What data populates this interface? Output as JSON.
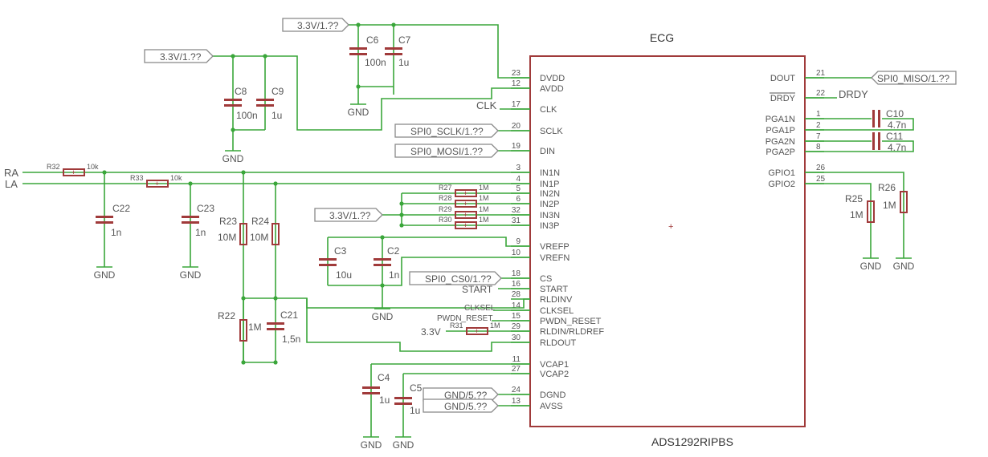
{
  "chip": {
    "title": "ECG",
    "part": "ADS1292RIPBS",
    "left_pins": [
      {
        "num": "23",
        "name": "DVDD"
      },
      {
        "num": "12",
        "name": "AVDD"
      },
      {
        "num": "17",
        "name": "CLK"
      },
      {
        "num": "20",
        "name": "SCLK"
      },
      {
        "num": "19",
        "name": "DIN"
      },
      {
        "num": "3",
        "name": "IN1N"
      },
      {
        "num": "4",
        "name": "IN1P"
      },
      {
        "num": "5",
        "name": "IN2N"
      },
      {
        "num": "6",
        "name": "IN2P"
      },
      {
        "num": "32",
        "name": "IN3N"
      },
      {
        "num": "31",
        "name": "IN3P"
      },
      {
        "num": "9",
        "name": "VREFP"
      },
      {
        "num": "10",
        "name": "VREFN"
      },
      {
        "num": "18",
        "name": "CS"
      },
      {
        "num": "16",
        "name": "START"
      },
      {
        "num": "28",
        "name": "RLDINV"
      },
      {
        "num": "14",
        "name": "CLKSEL"
      },
      {
        "num": "15",
        "name": "PWDN_RESET"
      },
      {
        "num": "29",
        "name": "RLDIN/RLDREF"
      },
      {
        "num": "30",
        "name": "RLDOUT"
      },
      {
        "num": "11",
        "name": "VCAP1"
      },
      {
        "num": "27",
        "name": "VCAP2"
      },
      {
        "num": "24",
        "name": "DGND"
      },
      {
        "num": "13",
        "name": "AVSS"
      }
    ],
    "right_pins": [
      {
        "num": "21",
        "name": "DOUT"
      },
      {
        "num": "22",
        "name": "DRDY"
      },
      {
        "num": "1",
        "name": "PGA1N"
      },
      {
        "num": "2",
        "name": "PGA1P"
      },
      {
        "num": "7",
        "name": "PGA2N"
      },
      {
        "num": "8",
        "name": "PGA2P"
      },
      {
        "num": "26",
        "name": "GPIO1"
      },
      {
        "num": "25",
        "name": "GPIO2"
      }
    ]
  },
  "labels": {
    "v33": "3.3V/1.??",
    "miso": "SPI0_MISO/1.??",
    "sclk": "SPI0_SCLK/1.??",
    "mosi": "SPI0_MOSI/1.??",
    "cs0": "SPI0_CS0/1.??",
    "gnd5": "GND/5.??",
    "gnd": "GND",
    "clk": "CLK",
    "start": "START",
    "drdy": "DRDY",
    "clksel": "CLKSEL",
    "pwdn": "PWDN_RESET",
    "v33short": "3.3V",
    "ra": "RA",
    "la": "LA"
  },
  "parts": {
    "C6": {
      "ref": "C6",
      "val": "100n"
    },
    "C7": {
      "ref": "C7",
      "val": "1u"
    },
    "C8": {
      "ref": "C8",
      "val": "100n"
    },
    "C9": {
      "ref": "C9",
      "val": "1u"
    },
    "C10": {
      "ref": "C10",
      "val": "4.7n"
    },
    "C11": {
      "ref": "C11",
      "val": "4.7n"
    },
    "C22": {
      "ref": "C22",
      "val": "1n"
    },
    "C23": {
      "ref": "C23",
      "val": "1n"
    },
    "C3": {
      "ref": "C3",
      "val": "10u"
    },
    "C2": {
      "ref": "C2",
      "val": "1n"
    },
    "C21": {
      "ref": "C21",
      "val": "1,5n"
    },
    "C4": {
      "ref": "C4",
      "val": "1u"
    },
    "C5": {
      "ref": "C5",
      "val": "1u"
    },
    "R32": {
      "ref": "R32",
      "val": "10k"
    },
    "R33": {
      "ref": "R33",
      "val": "10k"
    },
    "R23": {
      "ref": "R23",
      "val": "10M"
    },
    "R24": {
      "ref": "R24",
      "val": "10M"
    },
    "R22": {
      "ref": "R22",
      "val": "1M"
    },
    "R25": {
      "ref": "R25",
      "val": "1M"
    },
    "R26": {
      "ref": "R26",
      "val": "1M"
    },
    "R27": {
      "ref": "R27",
      "val": "1M"
    },
    "R28": {
      "ref": "R28",
      "val": "1M"
    },
    "R29": {
      "ref": "R29",
      "val": "1M"
    },
    "R30": {
      "ref": "R30",
      "val": "1M"
    },
    "R31": {
      "ref": "R31",
      "val": "1M"
    }
  }
}
